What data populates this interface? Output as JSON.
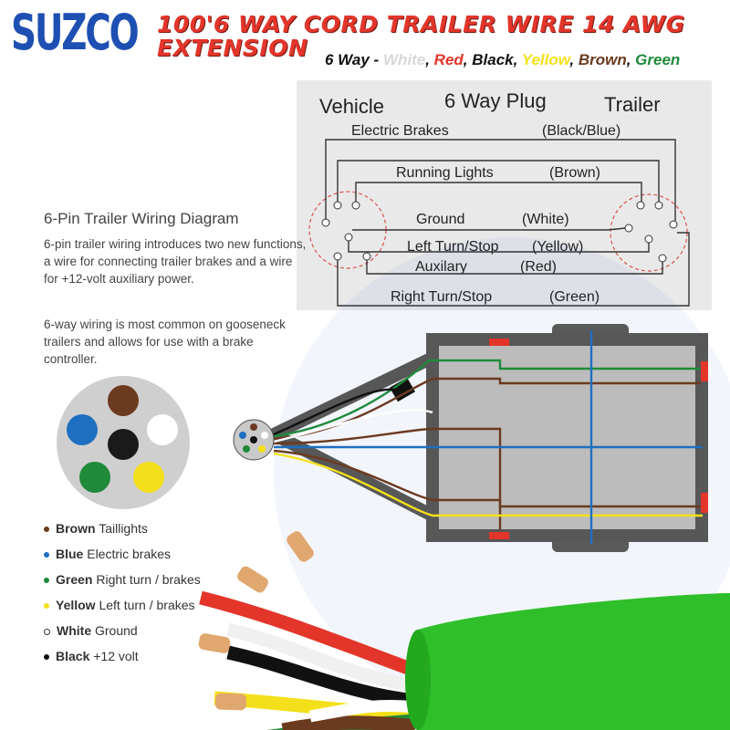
{
  "header": {
    "brand": "SUZCO",
    "title_line1": "100'6 WAY CORD TRAILER WIRE 14 AWG",
    "title_line2": "EXTENSION",
    "color_list": [
      {
        "text": "6 Way - ",
        "color": "#111111"
      },
      {
        "text": "White",
        "color": "#d8d8d8"
      },
      {
        "text": ", ",
        "color": "#111111"
      },
      {
        "text": "Red",
        "color": "#e3352a"
      },
      {
        "text": ", ",
        "color": "#111111"
      },
      {
        "text": "Black",
        "color": "#111111"
      },
      {
        "text": ", ",
        "color": "#111111"
      },
      {
        "text": "Yellow",
        "color": "#f4e01a"
      },
      {
        "text": ", ",
        "color": "#111111"
      },
      {
        "text": "Brown",
        "color": "#6b3a1f"
      },
      {
        "text": ", ",
        "color": "#111111"
      },
      {
        "text": "Green",
        "color": "#1f8a3a"
      }
    ]
  },
  "plug_diagram": {
    "left_label": "Vehicle",
    "center_label": "6 Way Plug",
    "right_label": "Trailer",
    "wires": [
      {
        "name": "Electric Brakes",
        "color": "(Black/Blue)"
      },
      {
        "name": "Running Lights",
        "color": "(Brown)"
      },
      {
        "name": "Ground",
        "color": "(White)"
      },
      {
        "name": "Left Turn/Stop",
        "color": "(Yellow)"
      },
      {
        "name": "Auxilary",
        "color": "(Red)"
      },
      {
        "name": "Right Turn/Stop",
        "color": "(Green)"
      }
    ]
  },
  "info": {
    "heading": "6-Pin Trailer Wiring Diagram",
    "paragraph1": "6-pin trailer wiring introduces two new functions, a wire for connecting trailer brakes and a wire for +12-volt auxiliary power.",
    "paragraph2": "6-way wiring is most common on gooseneck trailers and allows for use with a brake controller."
  },
  "legend": [
    {
      "color_name": "Brown",
      "meaning": "Taillights",
      "dot": "#6b3a1f"
    },
    {
      "color_name": "Blue",
      "meaning": "Electric brakes",
      "dot": "#1f6fc0"
    },
    {
      "color_name": "Green",
      "meaning": "Right turn / brakes",
      "dot": "#1f8a3a"
    },
    {
      "color_name": "Yellow",
      "meaning": "Left turn / brakes",
      "dot": "#f4e01a"
    },
    {
      "color_name": "White",
      "meaning": "Ground",
      "dot": "ring"
    },
    {
      "color_name": "Black",
      "meaning": "+12 volt",
      "dot": "#111111"
    }
  ],
  "colors": {
    "brand_blue": "#1e4fb3",
    "title_red": "#e3352a",
    "cable_green": "#2fbf2a",
    "trailer_gray": "#575757",
    "panel_gray": "#e9e9ea"
  },
  "icons": [
    "plug-face-icon",
    "trailer-diagram-icon",
    "cable-icon"
  ]
}
